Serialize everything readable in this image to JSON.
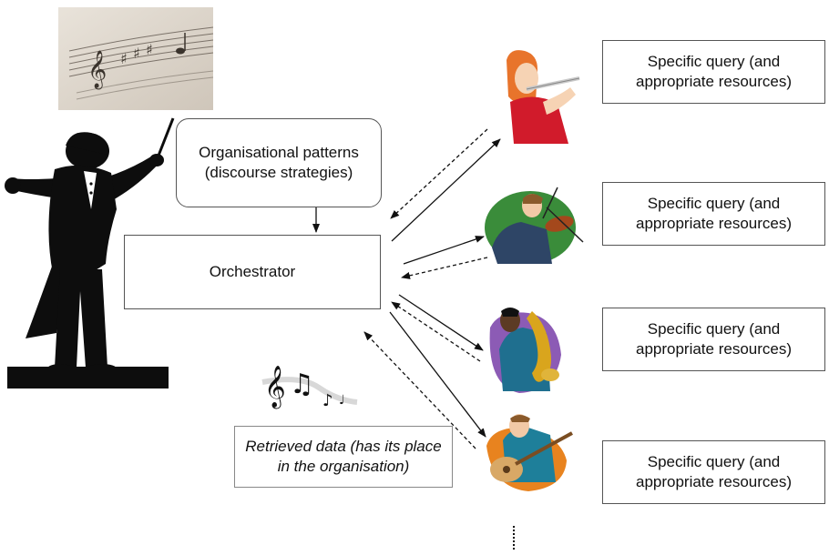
{
  "diagram": {
    "patterns_box": {
      "text": "Organisational patterns (discourse strategies)"
    },
    "orchestrator_box": {
      "text": "Orchestrator"
    },
    "retrieved_box": {
      "text": "Retrieved data (has its place in the organisation)"
    },
    "query_boxes": [
      {
        "text": "Specific query (and appropriate resources)"
      },
      {
        "text": "Specific query (and appropriate resources)"
      },
      {
        "text": "Specific query (and appropriate resources)"
      },
      {
        "text": "Specific query (and appropriate resources)"
      }
    ],
    "images": {
      "sheet_music": "sheet-music-photo",
      "conductor": "conductor-silhouette",
      "music_notes": "music-notes-clipart",
      "musicians": [
        "flute-player",
        "violin-player",
        "saxophone-player",
        "guitar-player"
      ]
    },
    "colors": {
      "box_border": "#555555",
      "arrow": "#111111",
      "conductor": "#0d0d0d"
    }
  }
}
